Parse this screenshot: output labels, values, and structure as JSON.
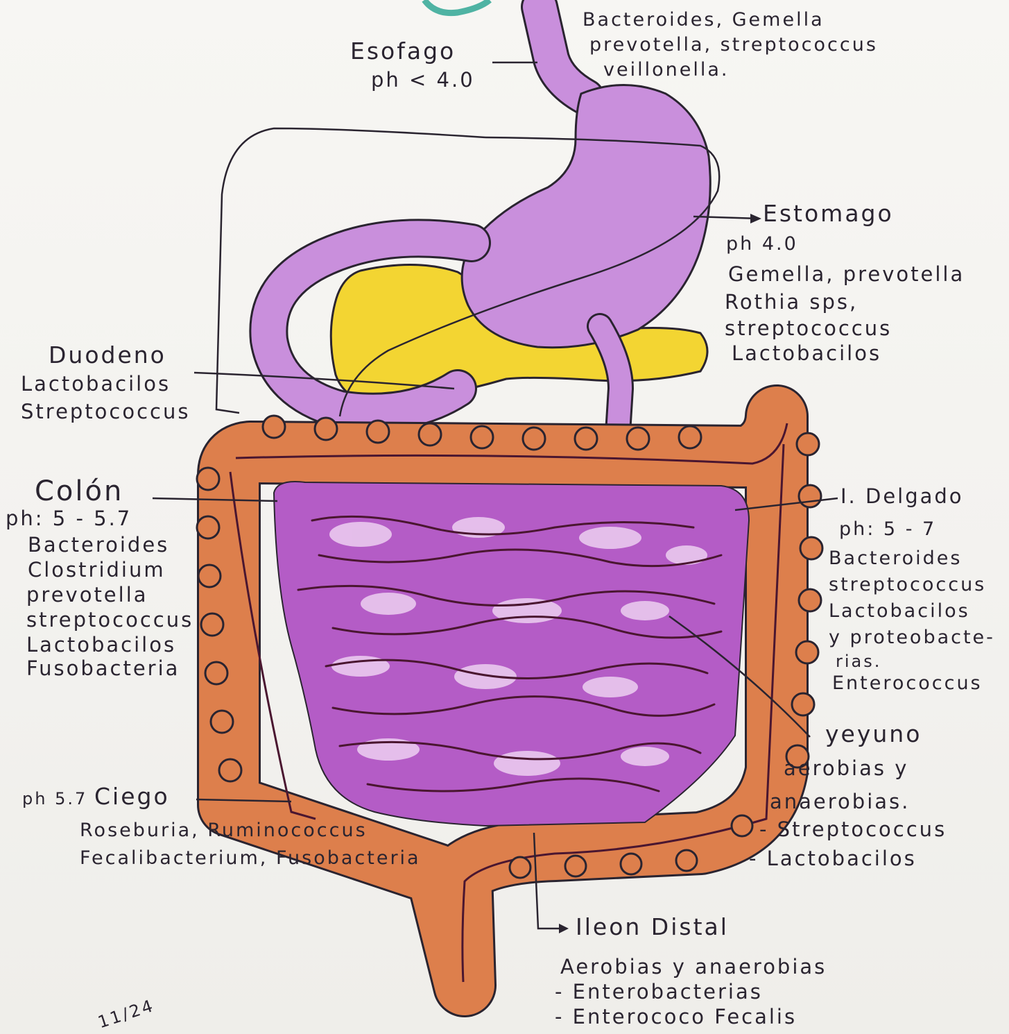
{
  "esofago": {
    "name": "Esofago",
    "ph": "ph < 4.0",
    "bacteria": [
      "Bacteroides, Gemella",
      "prevotella, streptococcus",
      "veillonella."
    ]
  },
  "estomago": {
    "name": "Estomago",
    "ph": "ph 4.0",
    "bacteria": [
      "Gemella, prevotella",
      "Rothia sps,",
      "streptococcus",
      "Lactobacilos"
    ]
  },
  "duodeno": {
    "name": "Duodeno",
    "bacteria": [
      "Lactobacilos",
      "Streptococcus"
    ]
  },
  "colon": {
    "name": "Colón",
    "ph": "ph: 5 - 5.7",
    "bacteria": [
      "Bacteroides",
      "Clostridium",
      "prevotella",
      "streptococcus",
      "Lactobacilos",
      "Fusobacteria"
    ]
  },
  "intestino_delgado": {
    "name": "I. Delgado",
    "ph": "ph: 5 - 7",
    "bacteria": [
      "Bacteroides",
      "streptococcus",
      "Lactobacilos",
      "y proteobacte-",
      "rias.",
      "Enterococcus"
    ]
  },
  "yeyuno": {
    "name": "yeyuno",
    "bacteria": [
      "aerobias y",
      "anaerobias.",
      "- Streptococcus",
      "- Lactobacilos"
    ]
  },
  "ciego": {
    "name": "Ciego",
    "ph": "ph 5.7",
    "bacteria": [
      "Roseburia, Ruminococcus",
      "Fecalibacterium, Fusobacteria"
    ]
  },
  "ileon_distal": {
    "name": "Ileon Distal",
    "bacteria": [
      "Aerobias y anaerobias",
      "- Enterobacterias",
      "- Enterococo Fecalis"
    ]
  },
  "corner_note": "11/24",
  "colors": {
    "digestive_tract": "#c98fdc",
    "small_intestine": "#b45cc6",
    "colon": "#dd7f4c",
    "pancreas": "#f3d532",
    "ink": "#2a2430"
  }
}
